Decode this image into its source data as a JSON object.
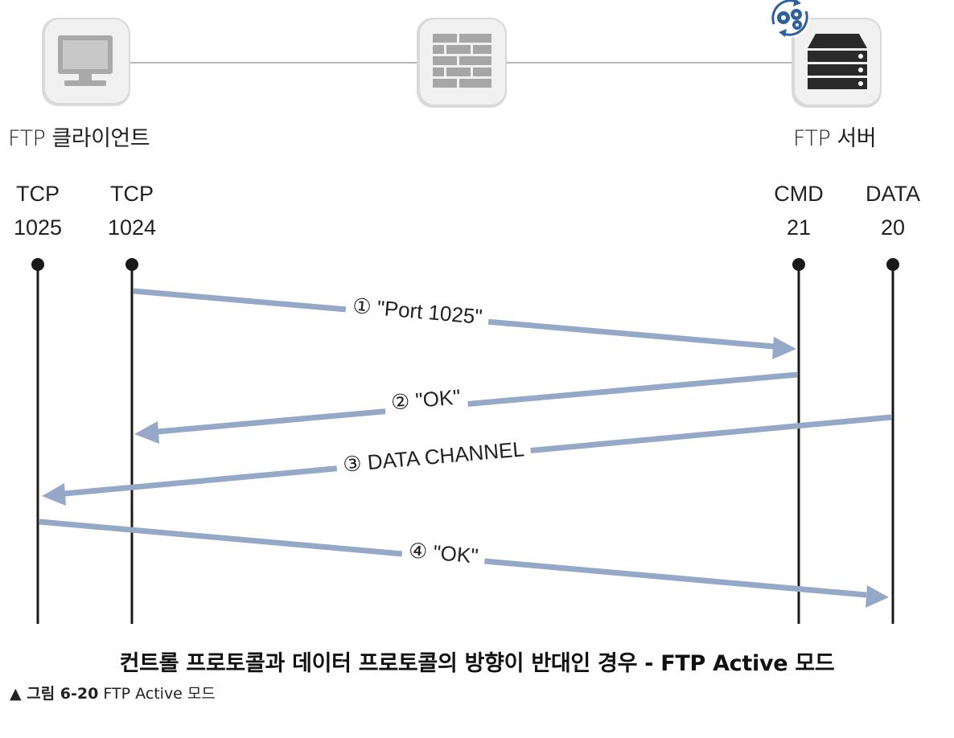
{
  "nodes": {
    "client_label": "FTP 클라이언트",
    "server_label": "FTP 서버"
  },
  "ports": [
    {
      "line1": "TCP",
      "line2": "1025"
    },
    {
      "line1": "TCP",
      "line2": "1024"
    },
    {
      "line1": "CMD",
      "line2": "21"
    },
    {
      "line1": "DATA",
      "line2": "20"
    }
  ],
  "messages": [
    {
      "step": "①",
      "text": "\"Port 1025\""
    },
    {
      "step": "②",
      "text": "\"OK\""
    },
    {
      "step": "③",
      "text": "DATA CHANNEL"
    },
    {
      "step": "④",
      "text": "\"OK\""
    }
  ],
  "caption": "컨트롤 프로토콜과 데이터 프로토콜의 방향이 반대인 경우 - FTP Active 모드",
  "figure": {
    "marker": "▲ 그림 6-20",
    "title": "FTP Active 모드"
  },
  "colors": {
    "arrow": "#95a8c8",
    "lifeline": "#1a1a1a",
    "icon_bg": "#ececec",
    "icon_gray": "#a9a9a9",
    "server_dark": "#2a2a2a",
    "gear_blue": "#2e5f9e"
  }
}
